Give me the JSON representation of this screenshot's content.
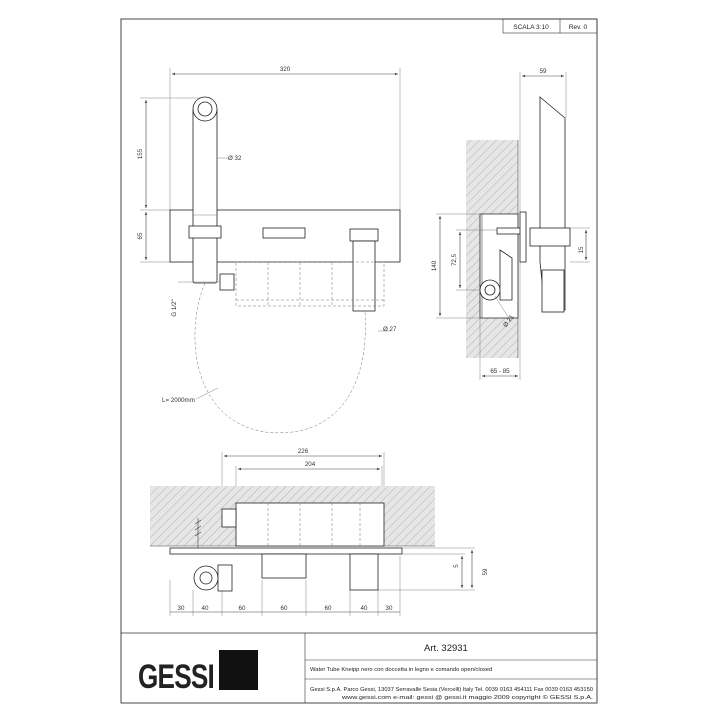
{
  "title_block": {
    "scale": "SCALA 3:10",
    "revision": "Rev. 0",
    "brand_logo": "GESSI",
    "article": "Art. 32931",
    "description": "Water Tube Kneipp nero con doccetta in legno e comando open/closed",
    "company_line": "Gessi S.p.A. Parco Gessi, 13037 Serravalle Sesia (Vercelli) Italy Tel. 0039 0163 454111 Fax 0039 0163 453150",
    "contact_line": "www.gessi.com e-mail: gessi @ gessi.it maggio 2009 copyright © GESSI S.p.A."
  },
  "front_view": {
    "width": "320",
    "height_upper": "155",
    "height_lower": "65",
    "diameter_handshower": "Ø 32",
    "thread": "G 1/2\"",
    "diameter_handle": "Ø 27",
    "hose_length": "L= 2000mm"
  },
  "side_view": {
    "depth_top": "59",
    "height_box": "140",
    "height_mid": "72,5",
    "offset": "15",
    "diameter_pipe": "Ø 21",
    "depth_range": "65 - 85"
  },
  "top_view": {
    "width_outer": "226",
    "width_inner": "204",
    "segments": [
      "30",
      "40",
      "60",
      "60",
      "60",
      "40",
      "30"
    ],
    "offset_small": "5",
    "depth": "59"
  }
}
